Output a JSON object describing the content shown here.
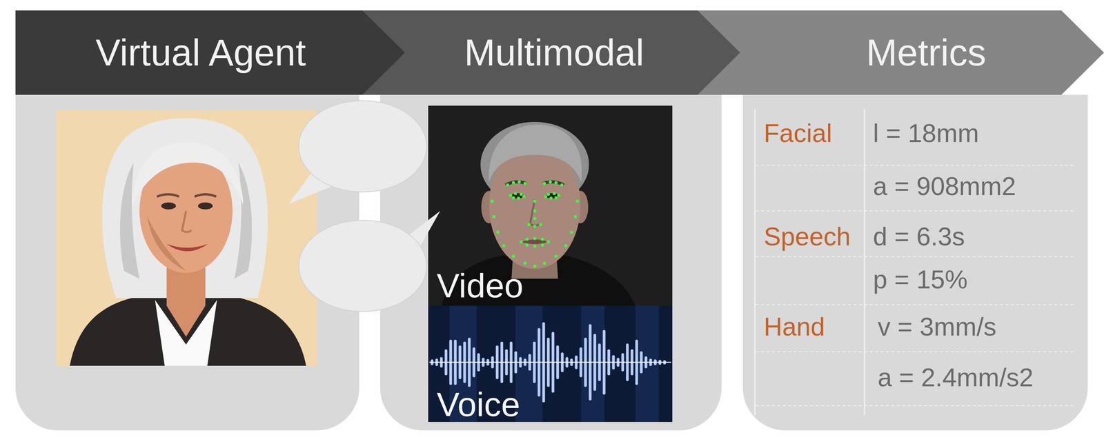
{
  "diagram": {
    "nodes": [
      {
        "text": [
          "Virtual Agent"
        ]
      },
      {
        "text": [
          "Multimodal"
        ]
      },
      {
        "text": [
          "Metrics"
        ]
      }
    ],
    "labels": [
      "Video",
      "Voice",
      "Facial",
      "l = 18mm",
      "a = 908mm2",
      "Speech",
      "d = 6.3s",
      "p = 15%",
      "Hand",
      "v = 3mm/s",
      "a = 2.4mm/s2"
    ]
  }
}
